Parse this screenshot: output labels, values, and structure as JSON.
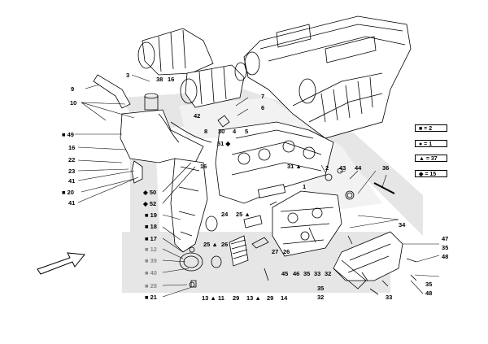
{
  "markers": {
    "square": "■",
    "circle": "●",
    "triangle": "▲",
    "diamond": "◆"
  },
  "legend": [
    {
      "label": "■ = 2"
    },
    {
      "label": "● = 1"
    },
    {
      "label": "▲ = 37"
    },
    {
      "label": "◆ = 15"
    }
  ],
  "labels": {
    "l3": "3",
    "l38": "38",
    "l16a": "16",
    "l9": "9",
    "l10": "10",
    "l49": "■ 49",
    "l16b": "16",
    "l22": "22",
    "l23": "23",
    "l41a": "41",
    "l20": "■ 20",
    "l41b": "41",
    "l50": "◆ 50",
    "l52": "◆ 52",
    "l19": "■ 19",
    "l18": "■ 18",
    "l17": "■ 17",
    "l12": "■ 12",
    "l39": "■ 39",
    "l40": "■ 40",
    "l28": "■ 28",
    "l21": "■ 21",
    "l7": "7",
    "l6": "6",
    "l42": "42",
    "l8": "8",
    "l30": "30",
    "l4": "4",
    "l5": "5",
    "l51": "51 ◆",
    "l16c": "16",
    "l31": "31 ▲",
    "l43": "43",
    "l44": "44",
    "l2": "2",
    "l36": "36",
    "l34": "34",
    "l24": "24",
    "l25a": "25 ▲",
    "l25b": "25 ▲",
    "l26a": "26",
    "l27": "27",
    "l26b": "26",
    "l45": "45",
    "l46": "46",
    "l35a": "35",
    "l33a": "33",
    "l32a": "32",
    "l47": "47",
    "l35b": "35",
    "l48a": "48",
    "l35c": "35",
    "l48b": "48",
    "l35d": "35",
    "l32b": "32",
    "l33b": "33",
    "l13a": "13 ▲",
    "l11": "11",
    "l29a": "29",
    "l13b": "13 ▲",
    "l29b": "29",
    "l14": "14",
    "l1": "1"
  }
}
